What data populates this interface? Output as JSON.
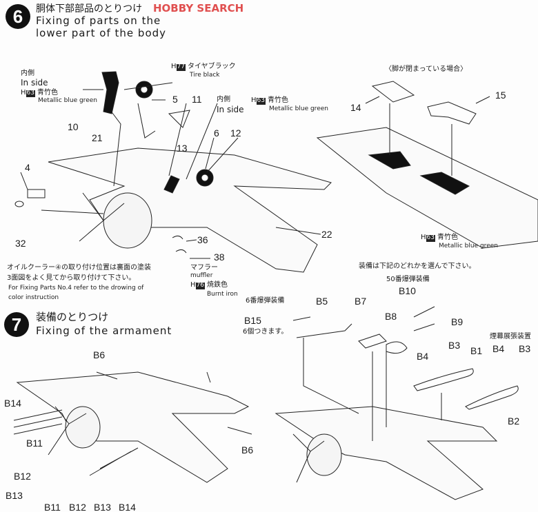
{
  "watermark": "HOBBY SEARCH",
  "step6": {
    "number": "6",
    "title_jp": "胴体下部部品のとりつけ",
    "title_en1": "Fixing of parts on the",
    "title_en2": "lower part of the body",
    "inside1_jp": "内側",
    "inside1_en": "In side",
    "paint1_code": "63",
    "paint1_jp": "青竹色",
    "paint1_en": "Metallic blue green",
    "tire_code": "77",
    "tire_jp": "タイヤブラック",
    "tire_en": "Tire black",
    "inside2_jp": "内側",
    "inside2_en": "In side",
    "paint2_code": "63",
    "paint2_jp": "青竹色",
    "paint2_en": "Metallic blue green",
    "parts": [
      "5",
      "11",
      "10",
      "21",
      "13",
      "6",
      "12",
      "4",
      "32",
      "36",
      "38",
      "22"
    ],
    "muffler_jp": "マフラー",
    "muffler_en": "muffler",
    "muffler_code": "76",
    "muffler_paint_jp": "焼鉄色",
    "muffler_paint_en": "Burnt iron",
    "note_jp1": "オイルクーラー④の取り付け位置は裏面の塗装",
    "note_jp2": "3面図をよく見てから取り付けて下さい。",
    "note_en1": "For Fixing Parts No.4 refer to the drowing of",
    "note_en2": "color instruction",
    "closed_jp": "〈脚が閉まっている場合〉",
    "closed_parts": [
      "14",
      "15"
    ],
    "paint3_code": "63",
    "paint3_jp": "青竹色",
    "paint3_en": "Metallic blue green"
  },
  "step7": {
    "number": "7",
    "title_jp": "装備のとりつけ",
    "title_en": "Fixing of the armament",
    "choose_jp": "装備は下記のどれかを選んで下さい。",
    "bomb50_jp": "50番爆弾装備",
    "bomb6_jp": "6番爆弾装備",
    "six_jp": "6個つきます。",
    "smoke_jp": "煙幕展張装置",
    "left_parts": {
      "b6a": "B6",
      "b14": "B14",
      "b11": "B11",
      "b12": "B12",
      "b13": "B13",
      "b6b": "B6",
      "bottom": [
        "B11",
        "B12",
        "B13",
        "B14"
      ]
    },
    "right_parts": {
      "b15": "B15",
      "b5": "B5",
      "b7": "B7",
      "b8": "B8",
      "b10": "B10",
      "b9": "B9",
      "b3a": "B3",
      "b4a": "B4",
      "b1": "B1",
      "b4b": "B4",
      "b3b": "B3",
      "b2": "B2"
    }
  }
}
